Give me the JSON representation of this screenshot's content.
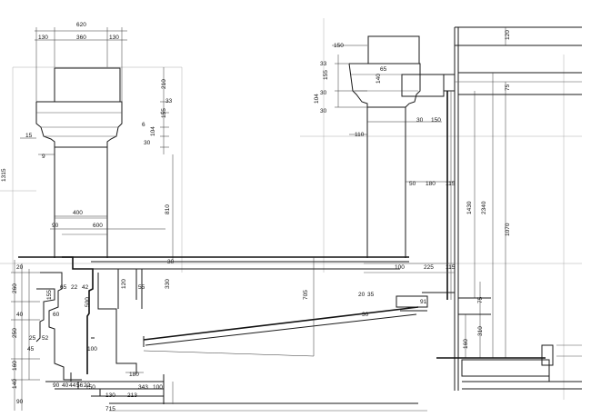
{
  "labels": {
    "l620": "620",
    "l130a": "130",
    "l360": "360",
    "l130b": "130",
    "l210": "210",
    "l33a": "33",
    "l155a": "155",
    "l6": "6",
    "l104a": "104",
    "l30a": "30",
    "l15": "15",
    "l9": "9",
    "l1315": "1315",
    "l400": "400",
    "l90a": "90",
    "l600": "600",
    "l810": "810",
    "l20a": "20",
    "l30b": "30",
    "l260": "260",
    "l155b": "155",
    "l65": "65",
    "l22": "22",
    "l42": "42",
    "l120": "120",
    "l55a": "55",
    "l330": "330",
    "l500": "500",
    "l60a": "60",
    "l40": "40",
    "l250": "250",
    "l25": "25",
    "l52": "52",
    "l45": "45",
    "l100a": "100",
    "l160a": "160",
    "l140": "140",
    "l90b": "90",
    "l180": "180",
    "l90c": "90",
    "l40b": "40",
    "l44": "44",
    "l56": "56",
    "l22b": "22",
    "l150a": "150",
    "l343": "343",
    "l100b": "100",
    "l130c": "130",
    "l213": "213",
    "l715": "715",
    "l150b": "150",
    "l33b": "33",
    "l65b": "65",
    "l140b": "140",
    "l155c": "155",
    "l30c": "30",
    "l104b": "104",
    "l30d": "30",
    "l110": "110",
    "l30e": "30",
    "l150c": "150",
    "l50": "50",
    "l180b": "180",
    "l115a": "115",
    "l1430": "1430",
    "l2340": "2340",
    "l1070": "1070",
    "l120b": "120",
    "l75a": "75",
    "l100c": "100",
    "l225": "225",
    "l115b": "115",
    "l705": "705",
    "l20b": "20",
    "l35": "35",
    "l91": "91",
    "l30f": "30",
    "l75b": "75",
    "l310": "310",
    "l160b": "160"
  }
}
